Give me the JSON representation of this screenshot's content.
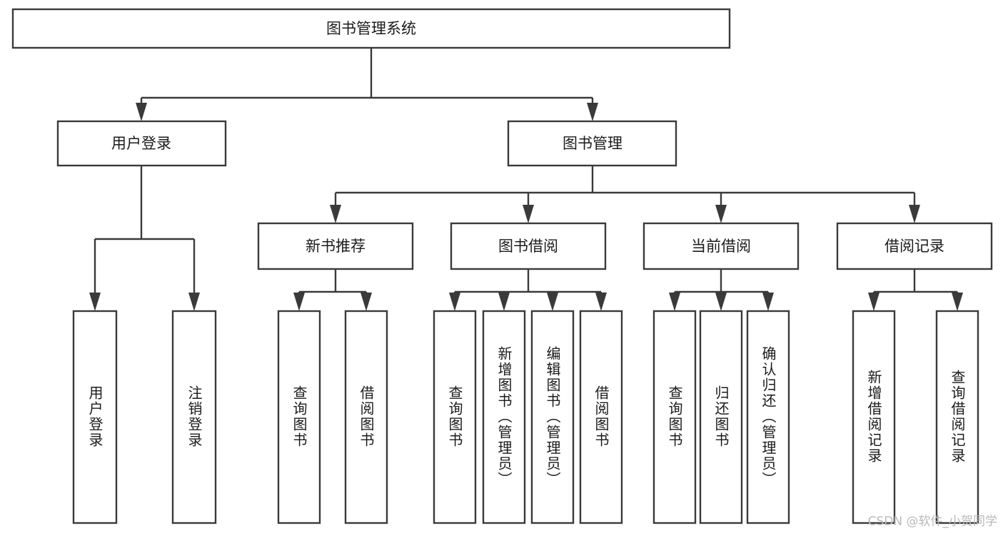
{
  "diagram": {
    "type": "hierarchy-tree",
    "title": "图书管理系统",
    "watermark": "CSDN @软件_小贺同学",
    "colors": {
      "stroke": "#3a3a3a",
      "fill": "#ffffff",
      "text": "#1b1b1b",
      "watermark": "#b9b9b9"
    },
    "levels": [
      {
        "level": 1,
        "nodes": [
          {
            "id": "root",
            "label": "图书管理系统",
            "orientation": "horizontal"
          }
        ]
      },
      {
        "level": 2,
        "nodes": [
          {
            "id": "login",
            "label": "用户登录",
            "orientation": "horizontal",
            "parent": "root"
          },
          {
            "id": "bookmgmt",
            "label": "图书管理",
            "orientation": "horizontal",
            "parent": "root"
          }
        ]
      },
      {
        "level": 3,
        "nodes": [
          {
            "id": "newbook",
            "label": "新书推荐",
            "orientation": "horizontal",
            "parent": "bookmgmt"
          },
          {
            "id": "borrow",
            "label": "图书借阅",
            "orientation": "horizontal",
            "parent": "bookmgmt"
          },
          {
            "id": "current",
            "label": "当前借阅",
            "orientation": "horizontal",
            "parent": "bookmgmt"
          },
          {
            "id": "records",
            "label": "借阅记录",
            "orientation": "horizontal",
            "parent": "bookmgmt"
          }
        ]
      },
      {
        "level": 4,
        "nodes": [
          {
            "id": "leaf-1",
            "label": "用户登录",
            "orientation": "vertical",
            "parent": "login"
          },
          {
            "id": "leaf-2",
            "label": "注销登录",
            "orientation": "vertical",
            "parent": "login"
          },
          {
            "id": "leaf-3",
            "label": "查询图书",
            "orientation": "vertical",
            "parent": "newbook"
          },
          {
            "id": "leaf-4",
            "label": "借阅图书",
            "orientation": "vertical",
            "parent": "newbook"
          },
          {
            "id": "leaf-5",
            "label": "查询图书",
            "orientation": "vertical",
            "parent": "borrow"
          },
          {
            "id": "leaf-6",
            "label": "新增图书（管理员）",
            "orientation": "vertical",
            "parent": "borrow"
          },
          {
            "id": "leaf-7",
            "label": "编辑图书（管理员）",
            "orientation": "vertical",
            "parent": "borrow"
          },
          {
            "id": "leaf-8",
            "label": "借阅图书",
            "orientation": "vertical",
            "parent": "borrow"
          },
          {
            "id": "leaf-9",
            "label": "查询图书",
            "orientation": "vertical",
            "parent": "current"
          },
          {
            "id": "leaf-10",
            "label": "归还图书",
            "orientation": "vertical",
            "parent": "current"
          },
          {
            "id": "leaf-11",
            "label": "确认归还（管理员）",
            "orientation": "vertical",
            "parent": "current"
          },
          {
            "id": "leaf-12",
            "label": "新增借阅记录",
            "orientation": "vertical",
            "parent": "records"
          },
          {
            "id": "leaf-13",
            "label": "查询借阅记录",
            "orientation": "vertical",
            "parent": "records"
          }
        ]
      }
    ]
  }
}
